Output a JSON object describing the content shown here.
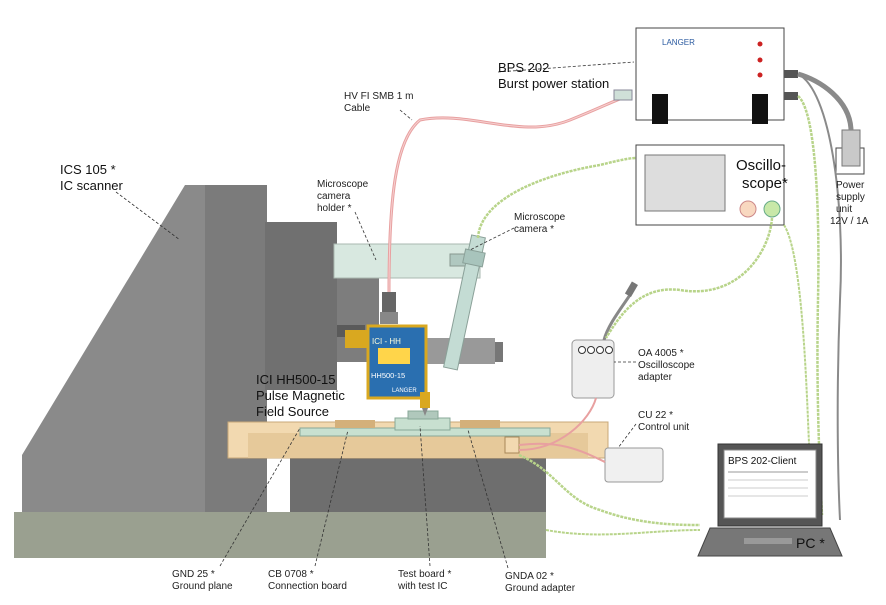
{
  "labels": {
    "ics_line1": "ICS 105",
    "ics_star": "*",
    "ics_line2": "IC scanner",
    "bps_line1": "BPS 202",
    "bps_line2": "Burst power station",
    "bps_brand": "LANGER",
    "hv_line1": "HV FI SMB 1 m",
    "hv_line2": "Cable",
    "mch_line1": "Microscope",
    "mch_line2": "camera",
    "mch_line3": "holder *",
    "mc_line1": "Microscope",
    "mc_line2": "camera *",
    "osc_line1": "Oscillo-",
    "osc_line2": "scope*",
    "psu_line1": "Power",
    "psu_line2": "supply",
    "psu_line3": "unit",
    "psu_line4": "12V / 1A",
    "ici_line1": "ICI HH500-15",
    "ici_line2": "Pulse Magnetic",
    "ici_line3": "Field Source",
    "probe_top": "ICI - HH",
    "probe_mid": "HH500-15",
    "probe_brand": "LANGER",
    "oa_line1": "OA 4005 *",
    "oa_line2": "Oscilloscope",
    "oa_line3": "adapter",
    "cu_line1": "CU 22 *",
    "cu_line2": "Control unit",
    "client_title": "BPS 202-Client",
    "pc_label": "PC *",
    "gnd_line1": "GND 25 *",
    "gnd_line2": "Ground plane",
    "cb_line1": "CB 0708 *",
    "cb_line2": "Connection board",
    "tb_line1": "Test board *",
    "tb_line2": "with test IC",
    "gnda_line1": "GNDA 02 *",
    "gnda_line2": "Ground adapter"
  },
  "colors": {
    "scanner_gray": "#8a8a8a",
    "ground_plane": "#9aa090",
    "board_tan": "#f2d9b0",
    "cable_red": "#e8a0a0",
    "cable_green": "#b8d48a",
    "probe_blue": "#2a6fb0",
    "probe_gold": "#d9a820",
    "holder_green": "#d8e8e0"
  }
}
